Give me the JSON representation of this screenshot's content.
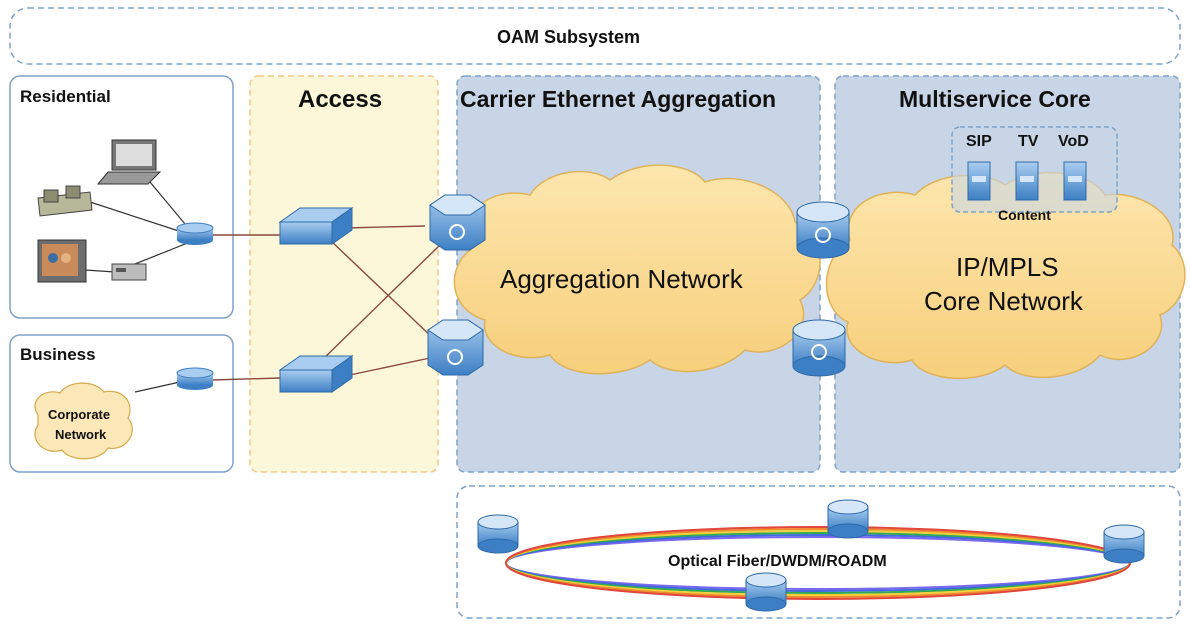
{
  "oam": {
    "title": "OAM Subsystem"
  },
  "residential": {
    "title": "Residential"
  },
  "business": {
    "title": "Business",
    "corporate_cloud_line1": "Corporate",
    "corporate_cloud_line2": "Network"
  },
  "access": {
    "title": "Access"
  },
  "aggregation": {
    "title": "Carrier Ethernet Aggregation",
    "cloud_label": "Aggregation Network"
  },
  "core": {
    "title": "Multiservice Core",
    "services": [
      "SIP",
      "TV",
      "VoD"
    ],
    "content_label": "Content",
    "cloud_line1": "IP/MPLS",
    "cloud_line2": "Core Network"
  },
  "optical": {
    "ring_label": "Optical Fiber/DWDM/ROADM"
  },
  "colors": {
    "border_blue": "#7fa2c8",
    "access_fill": "#fdf7d9",
    "access_border": "#f0c98a",
    "agg_fill": "#c7d5e6",
    "cloud_fill": "#fbdc96",
    "device_blue": "#5b9bd5",
    "link_brown": "#8b4a3c"
  }
}
